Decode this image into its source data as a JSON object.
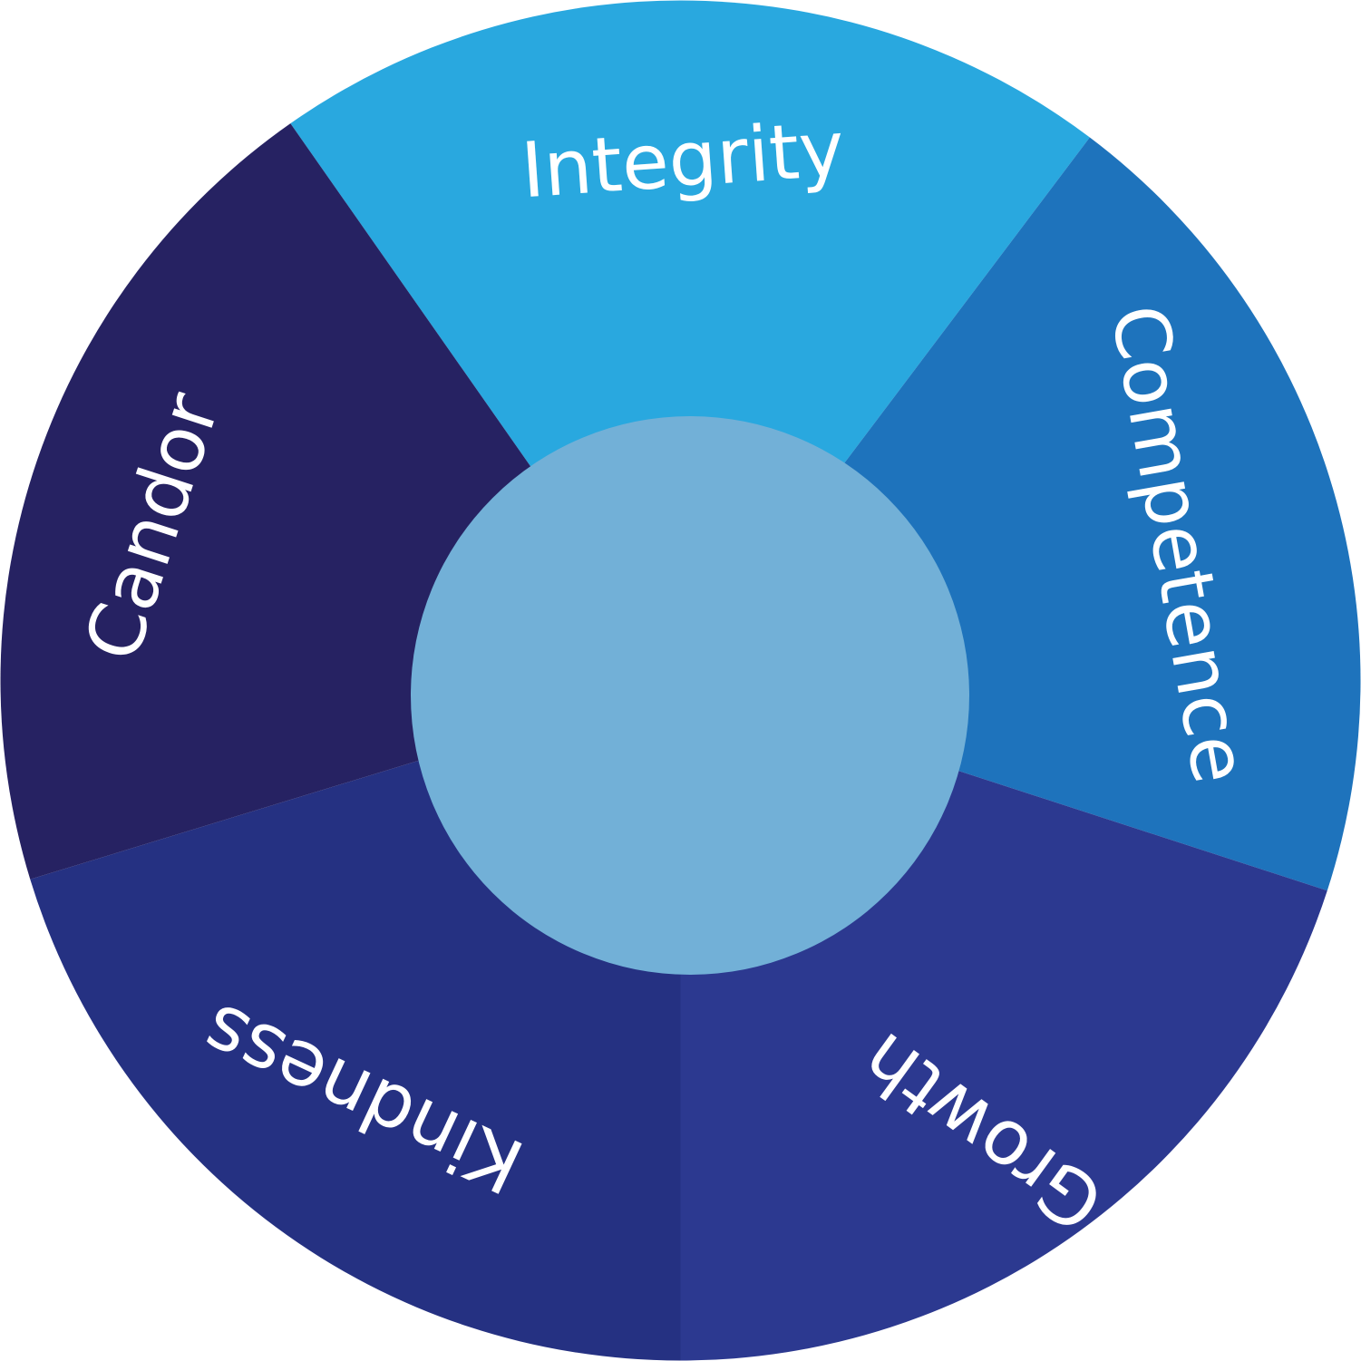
{
  "diagram": {
    "type": "values-wheel",
    "segments": [
      {
        "id": "integrity",
        "label": "Integrity",
        "color": "#29A8DF",
        "label_orientation": "upright"
      },
      {
        "id": "competence",
        "label": "Competence",
        "color": "#1E73BC",
        "label_orientation": "clockwise"
      },
      {
        "id": "growth",
        "label": "Growth",
        "color": "#2C3990",
        "label_orientation": "upside-down"
      },
      {
        "id": "kindness",
        "label": "Kindness",
        "color": "#253182",
        "label_orientation": "upside-down"
      },
      {
        "id": "candor",
        "label": "Candor",
        "color": "#262262",
        "label_orientation": "counter-clockwise"
      }
    ],
    "center": {
      "color": "#72B0D7",
      "label": ""
    }
  }
}
